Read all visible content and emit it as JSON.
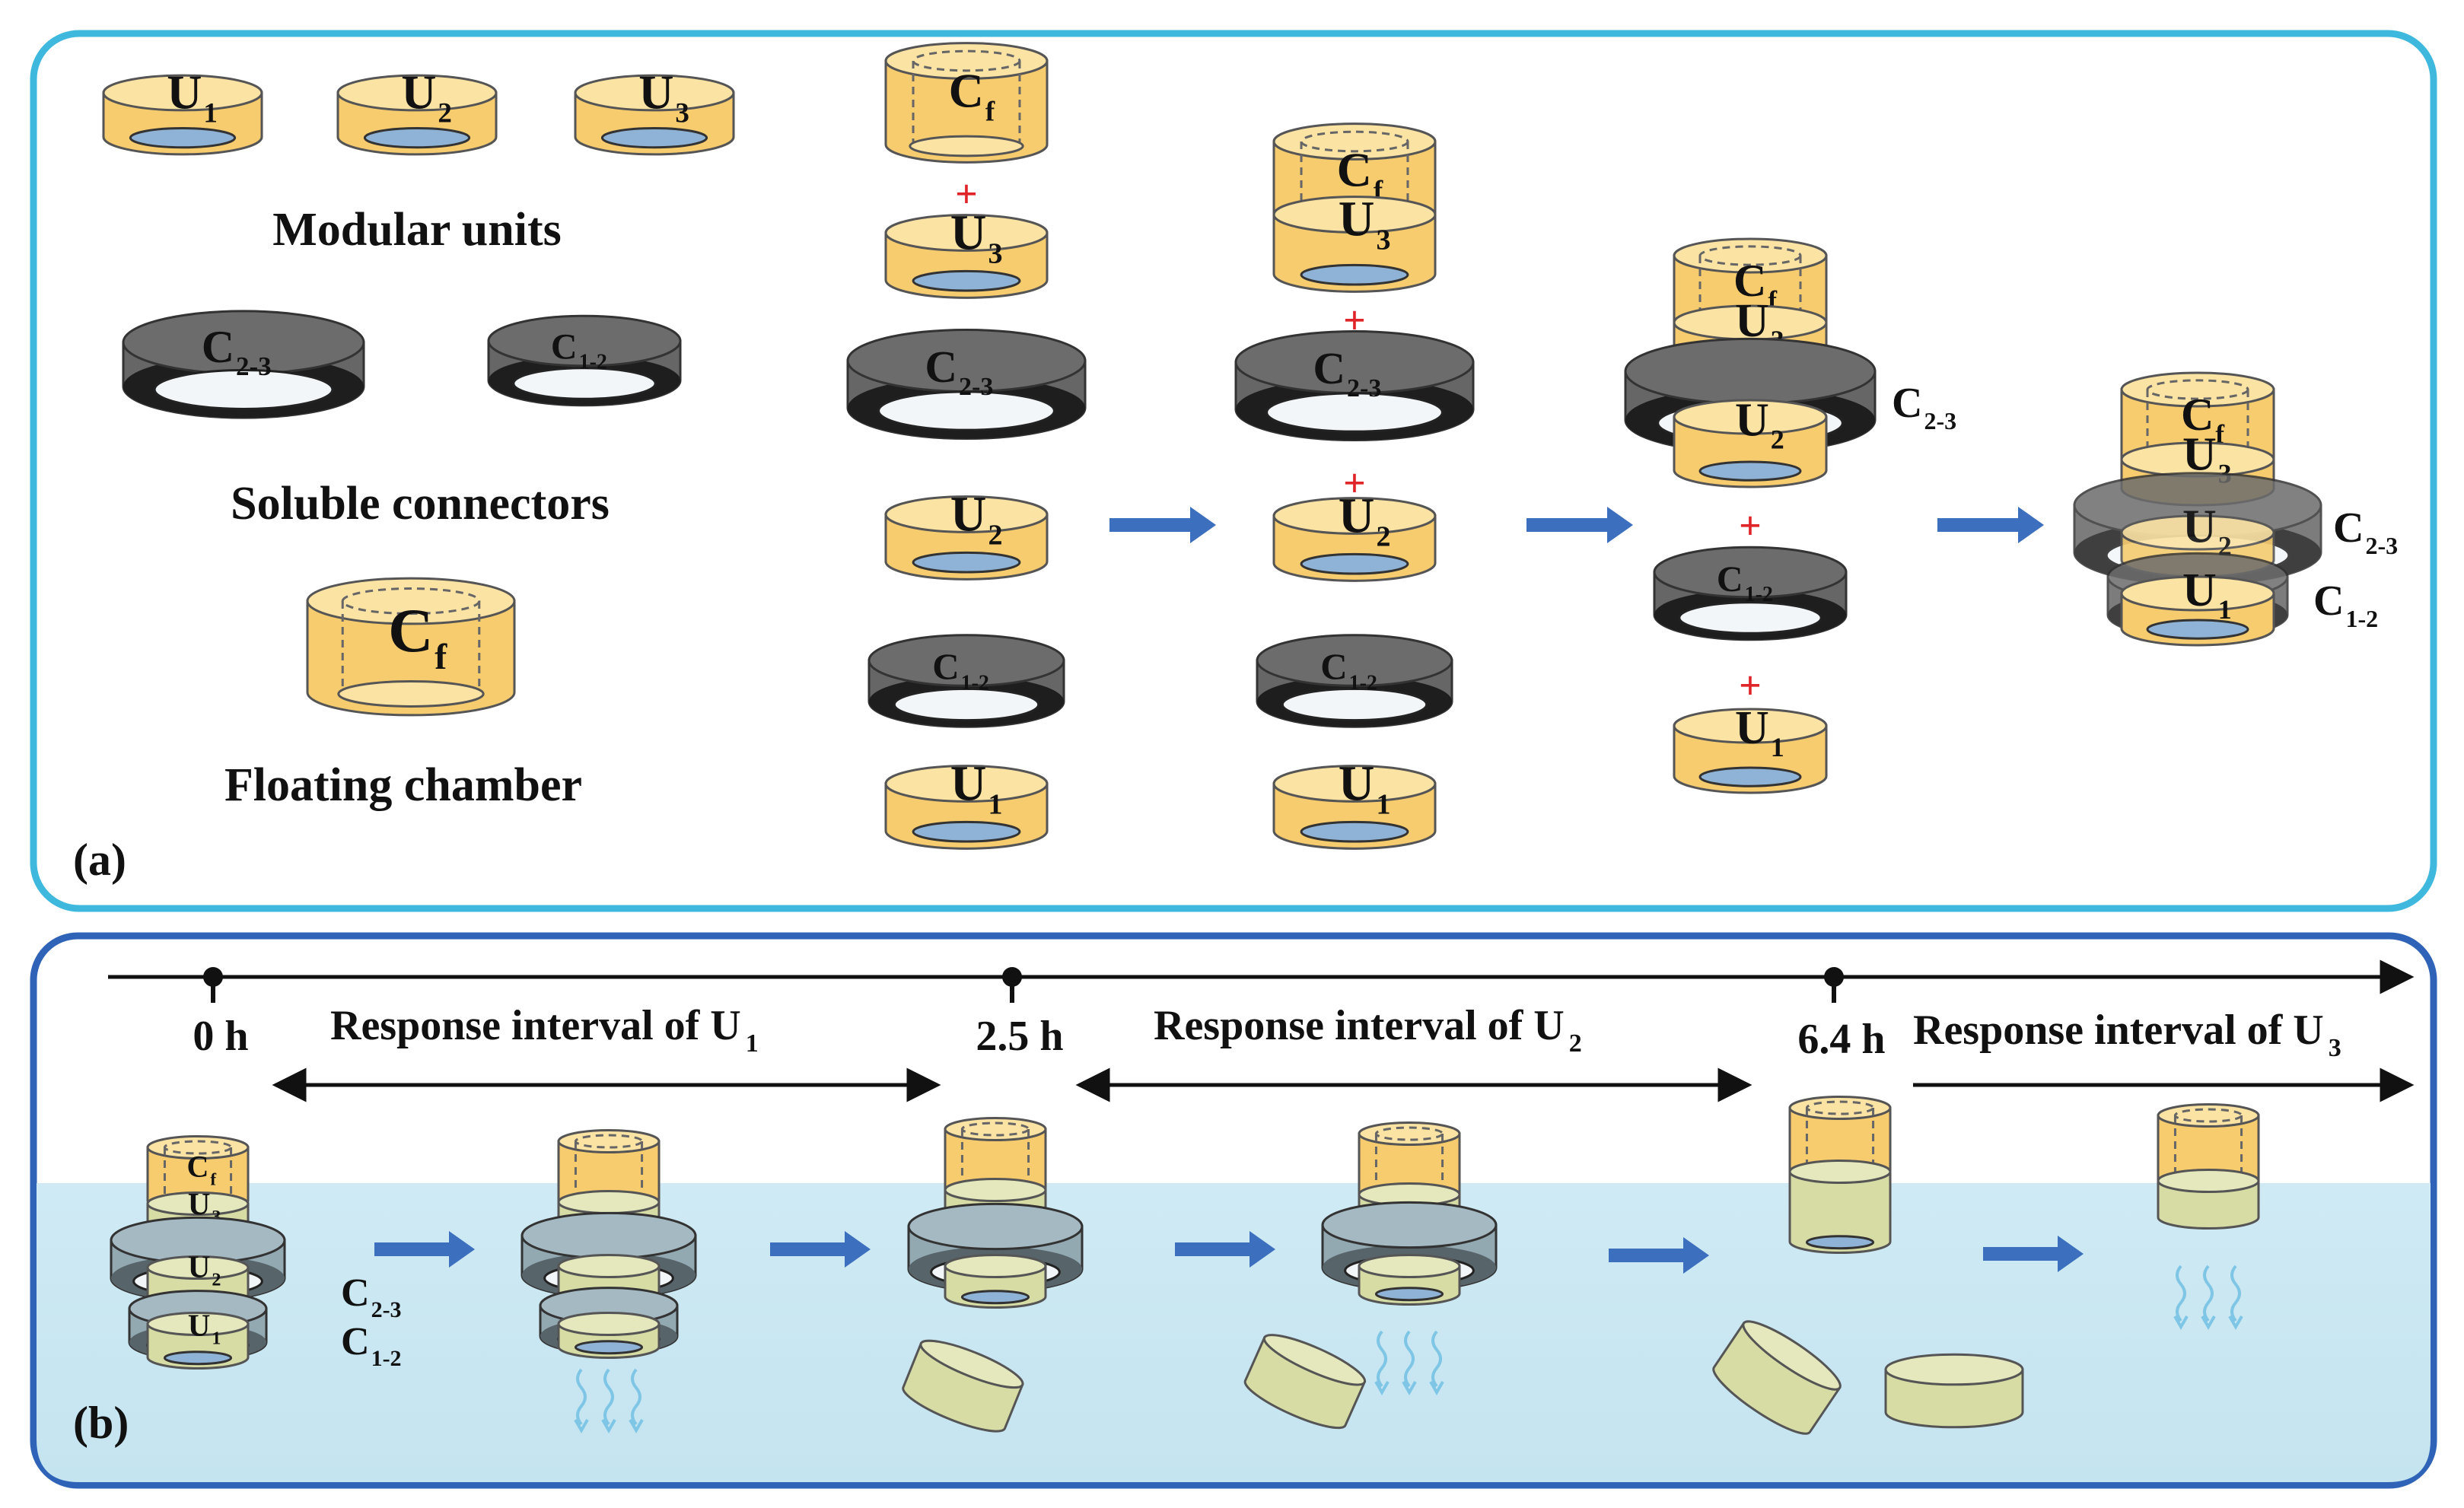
{
  "panel_a": {
    "label": "(a)",
    "captions": {
      "modular_units": "Modular units",
      "soluble_connectors": "Soluble connectors",
      "floating_chamber": "Floating chamber"
    },
    "units": {
      "u": "U",
      "sub1": "1",
      "sub2": "2",
      "sub3": "3",
      "c": "C",
      "subf": "f",
      "sub23": "2-3",
      "sub12": "1-2"
    },
    "plus": "+"
  },
  "panel_b": {
    "label": "(b)",
    "times": [
      "0 h",
      "2.5 h",
      "6.4 h"
    ],
    "intervals": [
      {
        "text": "Response interval of U",
        "sub": "1"
      },
      {
        "text": "Response interval of U",
        "sub": "2"
      },
      {
        "text": "Response interval of U",
        "sub": "3"
      }
    ]
  },
  "colors": {
    "panel_a_border": "#3fb8dd",
    "panel_b_border": "#2f63b8",
    "unit_fill": "#f6cc6f",
    "unit_light": "#fbe3a4",
    "connector_fill": "#666666",
    "connector_dark": "#1e1e1e",
    "disc_blue": "#8fb3d6",
    "arrow_blue": "#3c6fbd",
    "plus_red": "#e0252a",
    "water": "#cdeaf4"
  }
}
